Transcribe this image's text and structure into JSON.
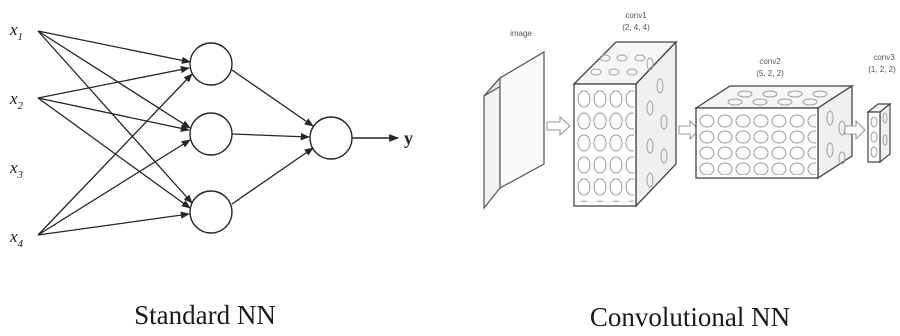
{
  "standard_nn": {
    "inputs": [
      {
        "base": "x",
        "sub": "1"
      },
      {
        "base": "x",
        "sub": "2"
      },
      {
        "base": "x",
        "sub": "3"
      },
      {
        "base": "x",
        "sub": "4"
      }
    ],
    "output": "y",
    "caption": "Standard NN"
  },
  "convolutional_nn": {
    "stages": [
      {
        "name": "image",
        "dims": ""
      },
      {
        "name": "conv1",
        "dims": "(2, 4, 4)"
      },
      {
        "name": "conv2",
        "dims": "(5, 2, 2)"
      },
      {
        "name": "conv3",
        "dims": "(1, 2, 2)"
      }
    ],
    "caption": "Convolutional NN"
  }
}
